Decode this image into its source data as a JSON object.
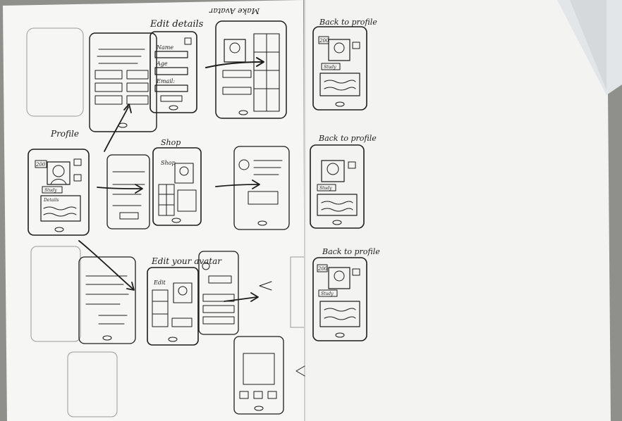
{
  "labels": {
    "profile": "Profile",
    "edit_details": "Edit details",
    "make_avatar": "Make Avatar",
    "shop": "Shop",
    "edit_your_avatar": "Edit your avatar",
    "back_to_profile_1": "Back to profile",
    "back_to_profile_2": "Back to profile",
    "back_to_profile_3": "Back to profile"
  },
  "edit_details_screen": {
    "name_label": "Name",
    "age_label": "Age",
    "email_label": "Email:"
  },
  "profile_screen": {
    "points": "200",
    "study_label": "Study",
    "details_label": "Details"
  },
  "back_screen_1": {
    "points": "200",
    "study_label": "Study"
  },
  "back_screen_2": {
    "study_label": "Study"
  },
  "back_screen_3": {
    "points": "200",
    "study_label": "Study"
  },
  "edit_avatar_screen": {
    "edit_label": "Edit"
  },
  "shop_screen": {
    "shop_title": "Shop"
  },
  "colors": {
    "paper": "#f7f7f5",
    "paper_right": "#f4f5f3",
    "ink": "#1c1c1c",
    "background": "#8f8f8c"
  }
}
